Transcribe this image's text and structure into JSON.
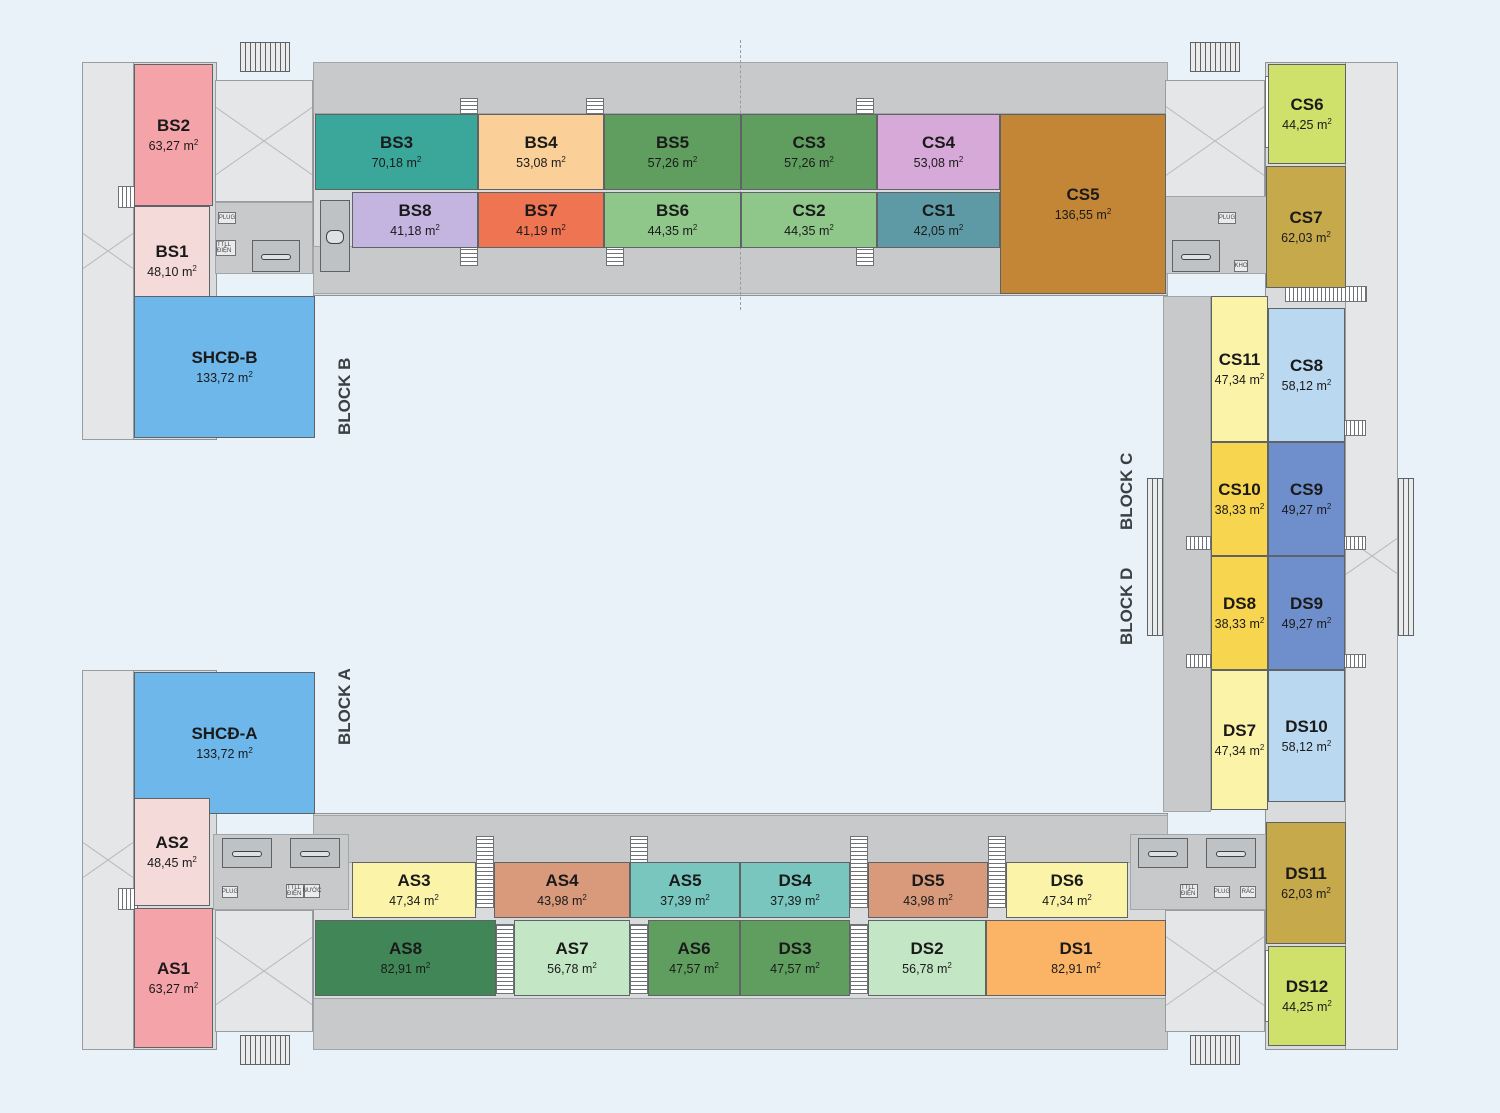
{
  "blocks": {
    "a": "BLOCK A",
    "b": "BLOCK B",
    "c": "BLOCK C",
    "d": "BLOCK D"
  },
  "service_labels": {
    "plug": "PLUG",
    "elec": "TTLL ĐIỆN",
    "water": "NƯỚC",
    "store": "KHO",
    "refuse": "RÁC"
  },
  "units": [
    {
      "name": "BS2",
      "area": "63,27",
      "color": "#f4a3a9"
    },
    {
      "name": "BS1",
      "area": "48,10",
      "color": "#f5dada"
    },
    {
      "name": "SHCĐ-B",
      "area": "133,72",
      "color": "#6db7ea"
    },
    {
      "name": "BS3",
      "area": "70,18",
      "color": "#3aa79a"
    },
    {
      "name": "BS4",
      "area": "53,08",
      "color": "#fbcf98"
    },
    {
      "name": "BS5",
      "area": "57,26",
      "color": "#5f9e5f"
    },
    {
      "name": "CS3",
      "area": "57,26",
      "color": "#5f9e5f"
    },
    {
      "name": "CS4",
      "area": "53,08",
      "color": "#d7a9d9"
    },
    {
      "name": "CS5",
      "area": "136,55",
      "color": "#c28636"
    },
    {
      "name": "BS8",
      "area": "41,18",
      "color": "#c3b4e0"
    },
    {
      "name": "BS7",
      "area": "41,19",
      "color": "#ee7452"
    },
    {
      "name": "BS6",
      "area": "44,35",
      "color": "#8ec789"
    },
    {
      "name": "CS2",
      "area": "44,35",
      "color": "#8ec789"
    },
    {
      "name": "CS1",
      "area": "42,05",
      "color": "#5e9aa5"
    },
    {
      "name": "CS6",
      "area": "44,25",
      "color": "#cfe06b"
    },
    {
      "name": "CS7",
      "area": "62,03",
      "color": "#c6a94a"
    },
    {
      "name": "CS11",
      "area": "47,34",
      "color": "#fbf3a8"
    },
    {
      "name": "CS8",
      "area": "58,12",
      "color": "#bad8ef"
    },
    {
      "name": "CS10",
      "area": "38,33",
      "color": "#f8d54f"
    },
    {
      "name": "CS9",
      "area": "49,27",
      "color": "#6f8fcc"
    },
    {
      "name": "DS8",
      "area": "38,33",
      "color": "#f8d54f"
    },
    {
      "name": "DS9",
      "area": "49,27",
      "color": "#6f8fcc"
    },
    {
      "name": "DS7",
      "area": "47,34",
      "color": "#fbf3a8"
    },
    {
      "name": "DS10",
      "area": "58,12",
      "color": "#bad8ef"
    },
    {
      "name": "DS11",
      "area": "62,03",
      "color": "#c6a94a"
    },
    {
      "name": "DS12",
      "area": "44,25",
      "color": "#cfe06b"
    },
    {
      "name": "SHCĐ-A",
      "area": "133,72",
      "color": "#6db7ea"
    },
    {
      "name": "AS2",
      "area": "48,45",
      "color": "#f5dada"
    },
    {
      "name": "AS1",
      "area": "63,27",
      "color": "#f4a3a9"
    },
    {
      "name": "AS3",
      "area": "47,34",
      "color": "#fbf3a8"
    },
    {
      "name": "AS4",
      "area": "43,98",
      "color": "#d99a7b"
    },
    {
      "name": "AS5",
      "area": "37,39",
      "color": "#79c6be"
    },
    {
      "name": "DS4",
      "area": "37,39",
      "color": "#79c6be"
    },
    {
      "name": "DS5",
      "area": "43,98",
      "color": "#d99a7b"
    },
    {
      "name": "DS6",
      "area": "47,34",
      "color": "#fbf3a8"
    },
    {
      "name": "AS8",
      "area": "82,91",
      "color": "#418657"
    },
    {
      "name": "AS7",
      "area": "56,78",
      "color": "#c3e6c5"
    },
    {
      "name": "AS6",
      "area": "47,57",
      "color": "#5f9e5f"
    },
    {
      "name": "DS3",
      "area": "47,57",
      "color": "#5f9e5f"
    },
    {
      "name": "DS2",
      "area": "56,78",
      "color": "#c3e6c5"
    },
    {
      "name": "DS1",
      "area": "82,91",
      "color": "#fbb465"
    }
  ],
  "area_unit": "m",
  "area_unit_exp": "2"
}
